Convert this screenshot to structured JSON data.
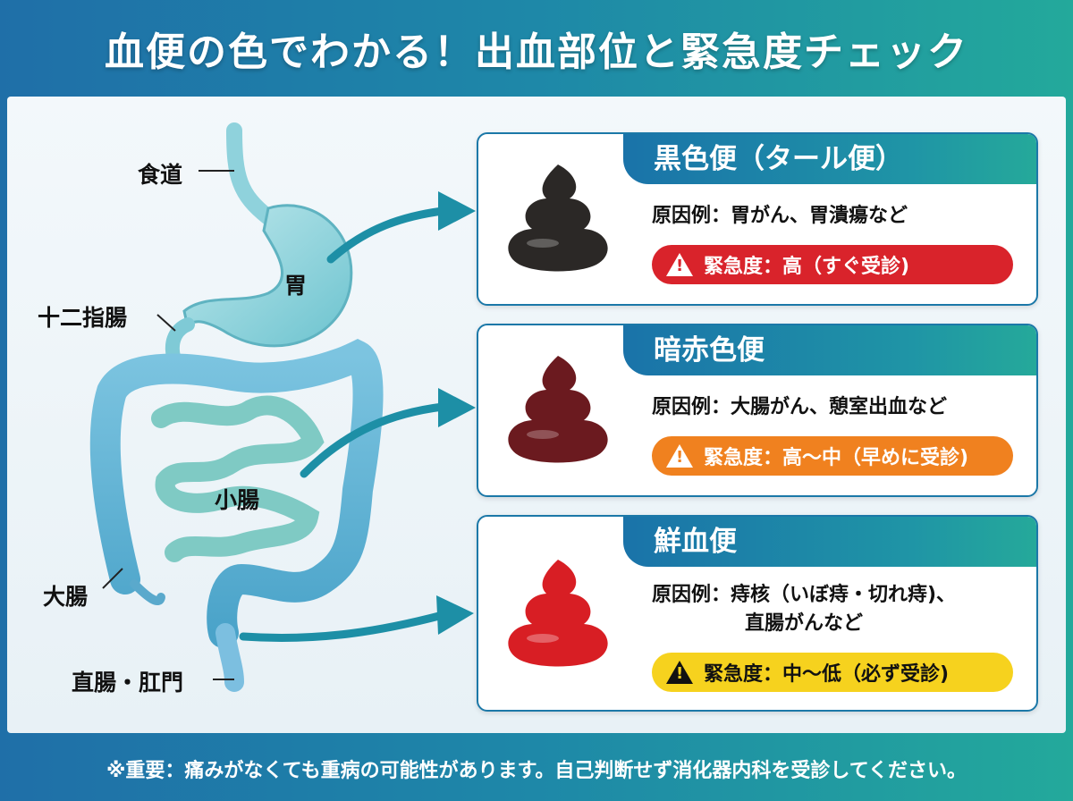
{
  "title": "血便の色でわかる！出血部位と緊急度チェック",
  "organs": {
    "esophagus": "食道",
    "stomach": "胃",
    "duodenum": "十二指腸",
    "small_intestine": "小腸",
    "large_intestine": "大腸",
    "rectum_anus": "直腸・肛門"
  },
  "cards": [
    {
      "title": "黒色便（タール便）",
      "cause_line1": "原因例：胃がん、胃潰瘍など",
      "cause_line2": "",
      "urgency": "緊急度：高（すぐ受診)",
      "stool_color": "#2b2826",
      "urgency_color": "#d9232b"
    },
    {
      "title": "暗赤色便",
      "cause_line1": "原因例：大腸がん、憩室出血など",
      "cause_line2": "",
      "urgency": "緊急度：高〜中（早めに受診)",
      "stool_color": "#6b1a1f",
      "urgency_color": "#f0811f"
    },
    {
      "title": "鮮血便",
      "cause_line1": "原因例：痔核（いぼ痔・切れ痔)、",
      "cause_line2": "直腸がんなど",
      "urgency": "緊急度：中〜低（必ず受診)",
      "stool_color": "#d81e24",
      "urgency_color": "#f6d21e"
    }
  ],
  "footer": "※重要：痛みがなくても重病の可能性があります。自己判断せず消化器内科を受診してください。",
  "icons": [
    "warning-icon",
    "stool-icon",
    "arrow-icon"
  ]
}
